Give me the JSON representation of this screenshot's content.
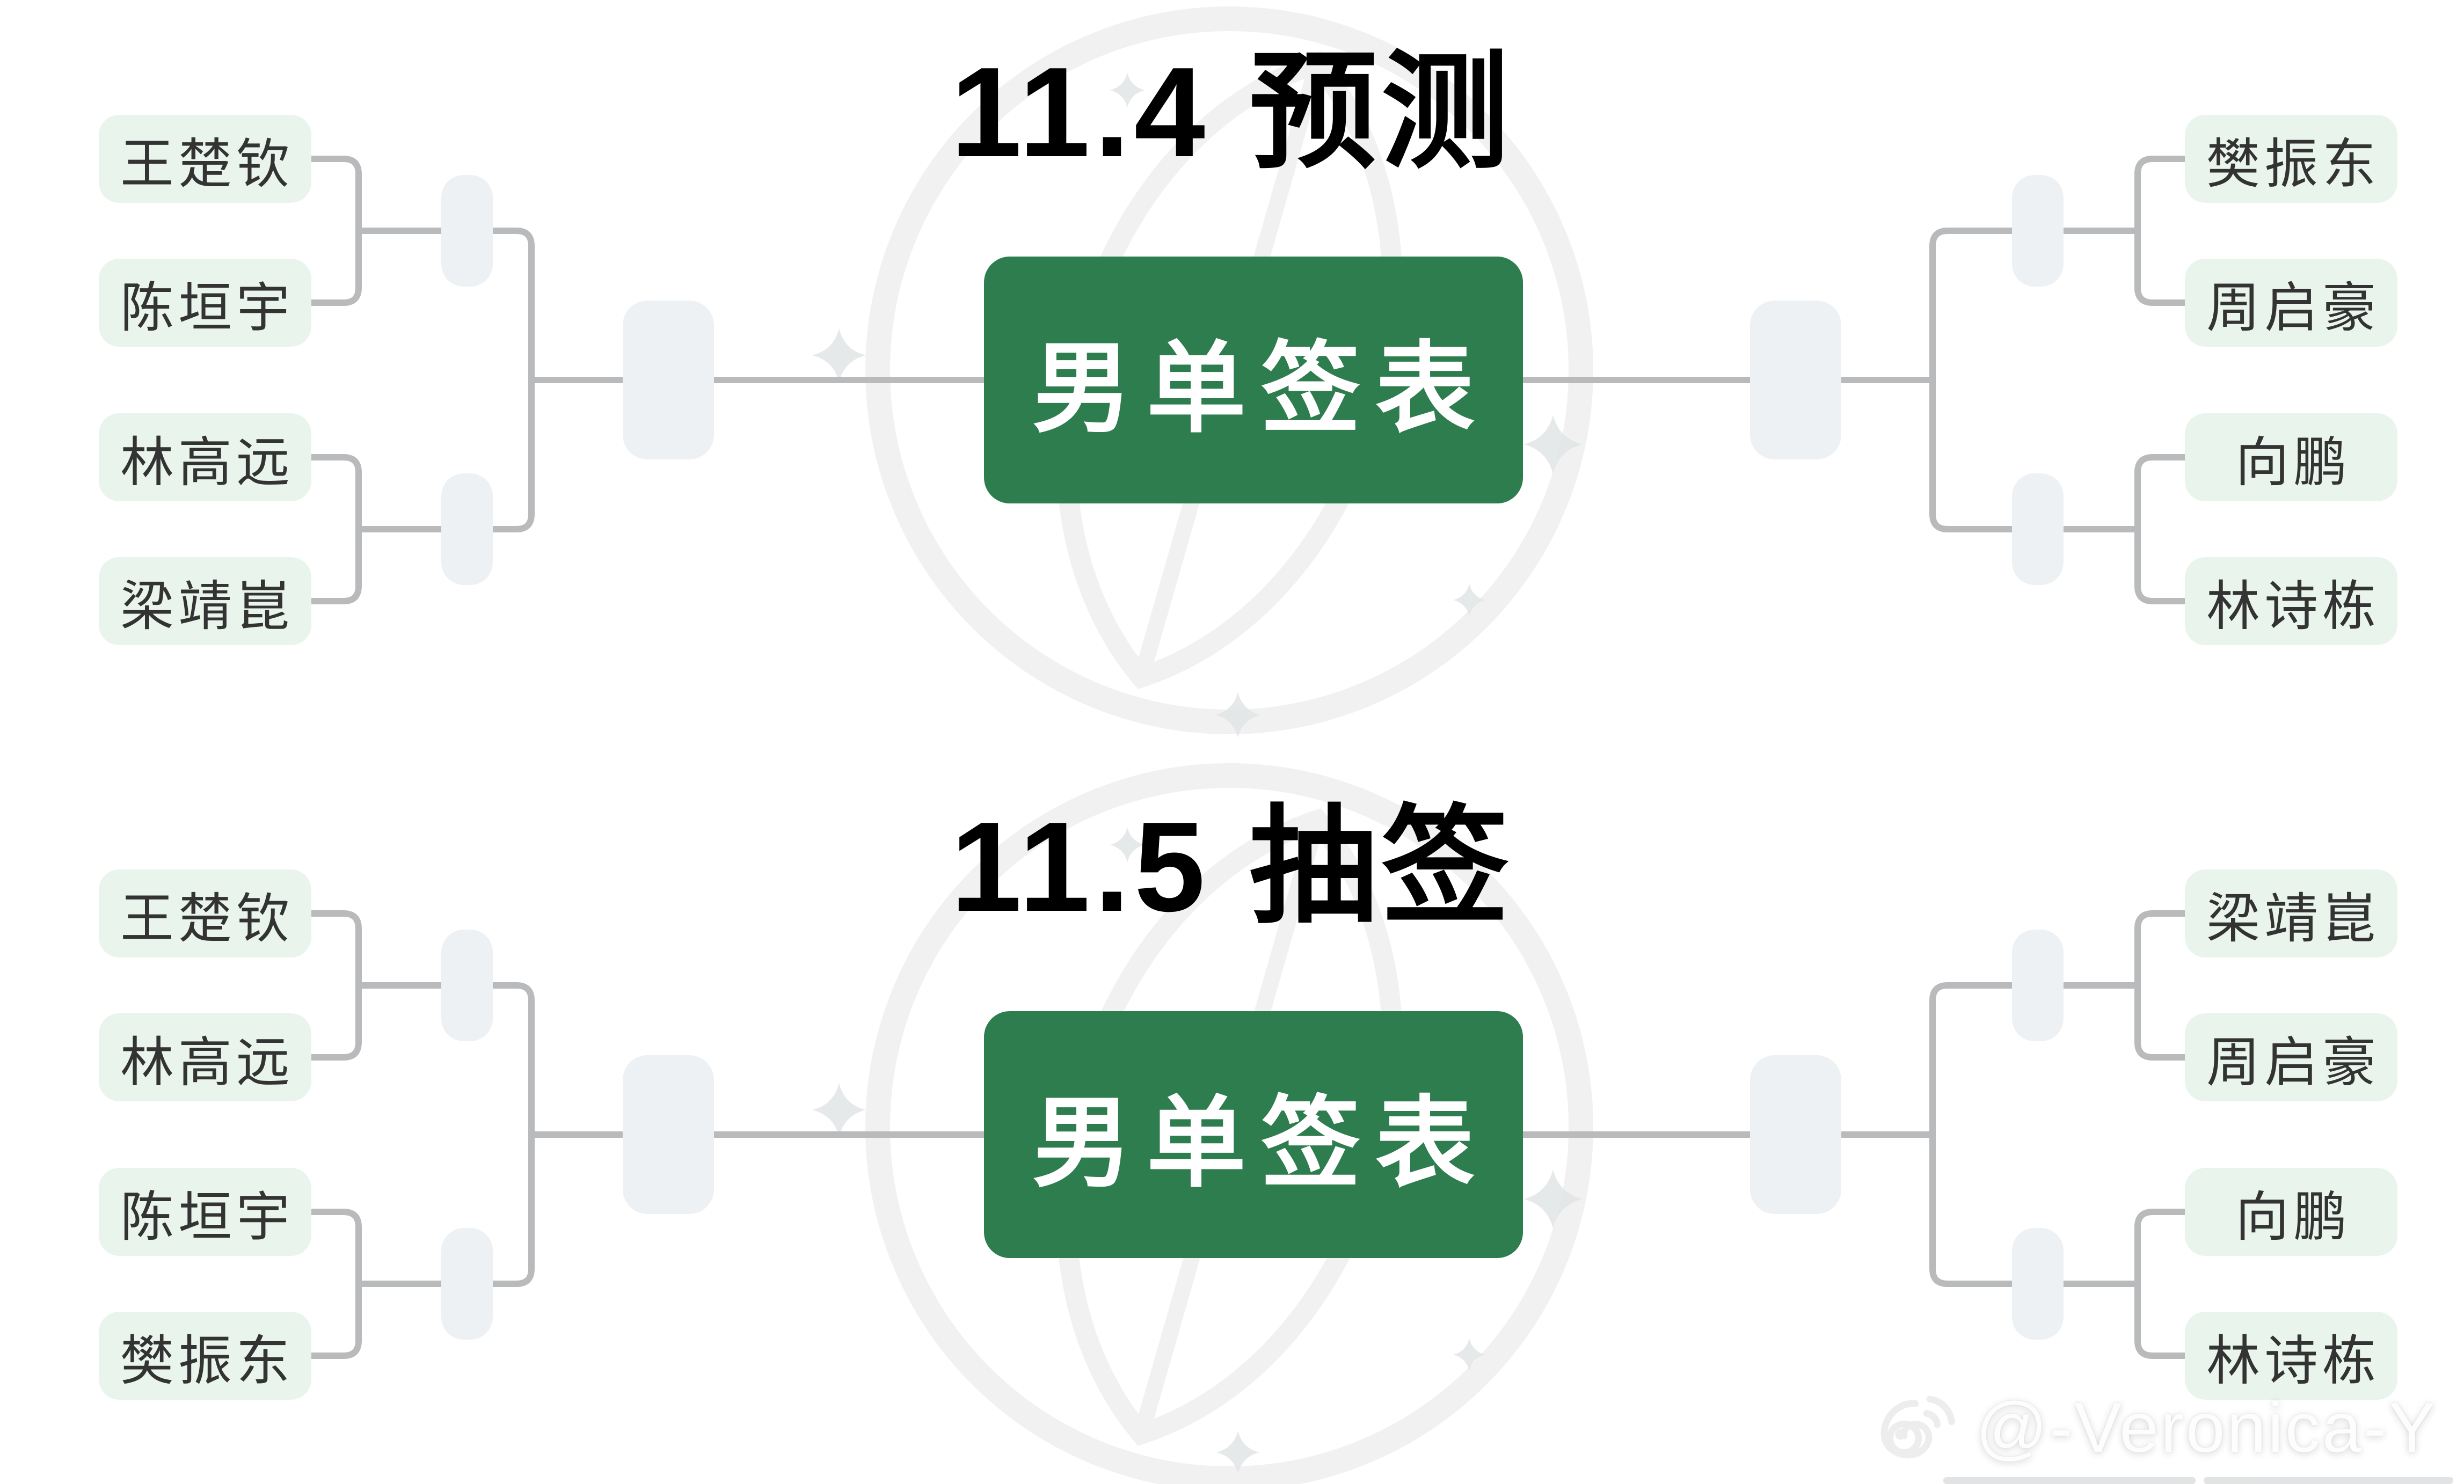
{
  "page": {
    "background": "#ffffff"
  },
  "sections": [
    {
      "id": "prediction",
      "title": "11.4 预测",
      "center_label": "男单签表",
      "left_players": [
        "王楚钦",
        "陈垣宇",
        "林高远",
        "梁靖崑"
      ],
      "right_players": [
        "樊振东",
        "周启豪",
        "向鹏",
        "林诗栋"
      ]
    },
    {
      "id": "draw",
      "title": "11.5 抽签",
      "center_label": "男单签表",
      "left_players": [
        "王楚钦",
        "林高远",
        "陈垣宇",
        "樊振东"
      ],
      "right_players": [
        "梁靖崑",
        "周启豪",
        "向鹏",
        "林诗栋"
      ]
    }
  ],
  "watermark": {
    "handle": "@-Veronica-Y",
    "icon": "weibo-icon"
  },
  "colors": {
    "player_box_bg": "#e9f5ec",
    "player_text": "#333333",
    "node_bg": "#edf1f4",
    "connector": "#b9babc",
    "center_box_bg": "#2e7d4f",
    "center_box_text": "#ffffff",
    "title_text": "#000000",
    "watermark_gray": "#f1f1f1"
  }
}
